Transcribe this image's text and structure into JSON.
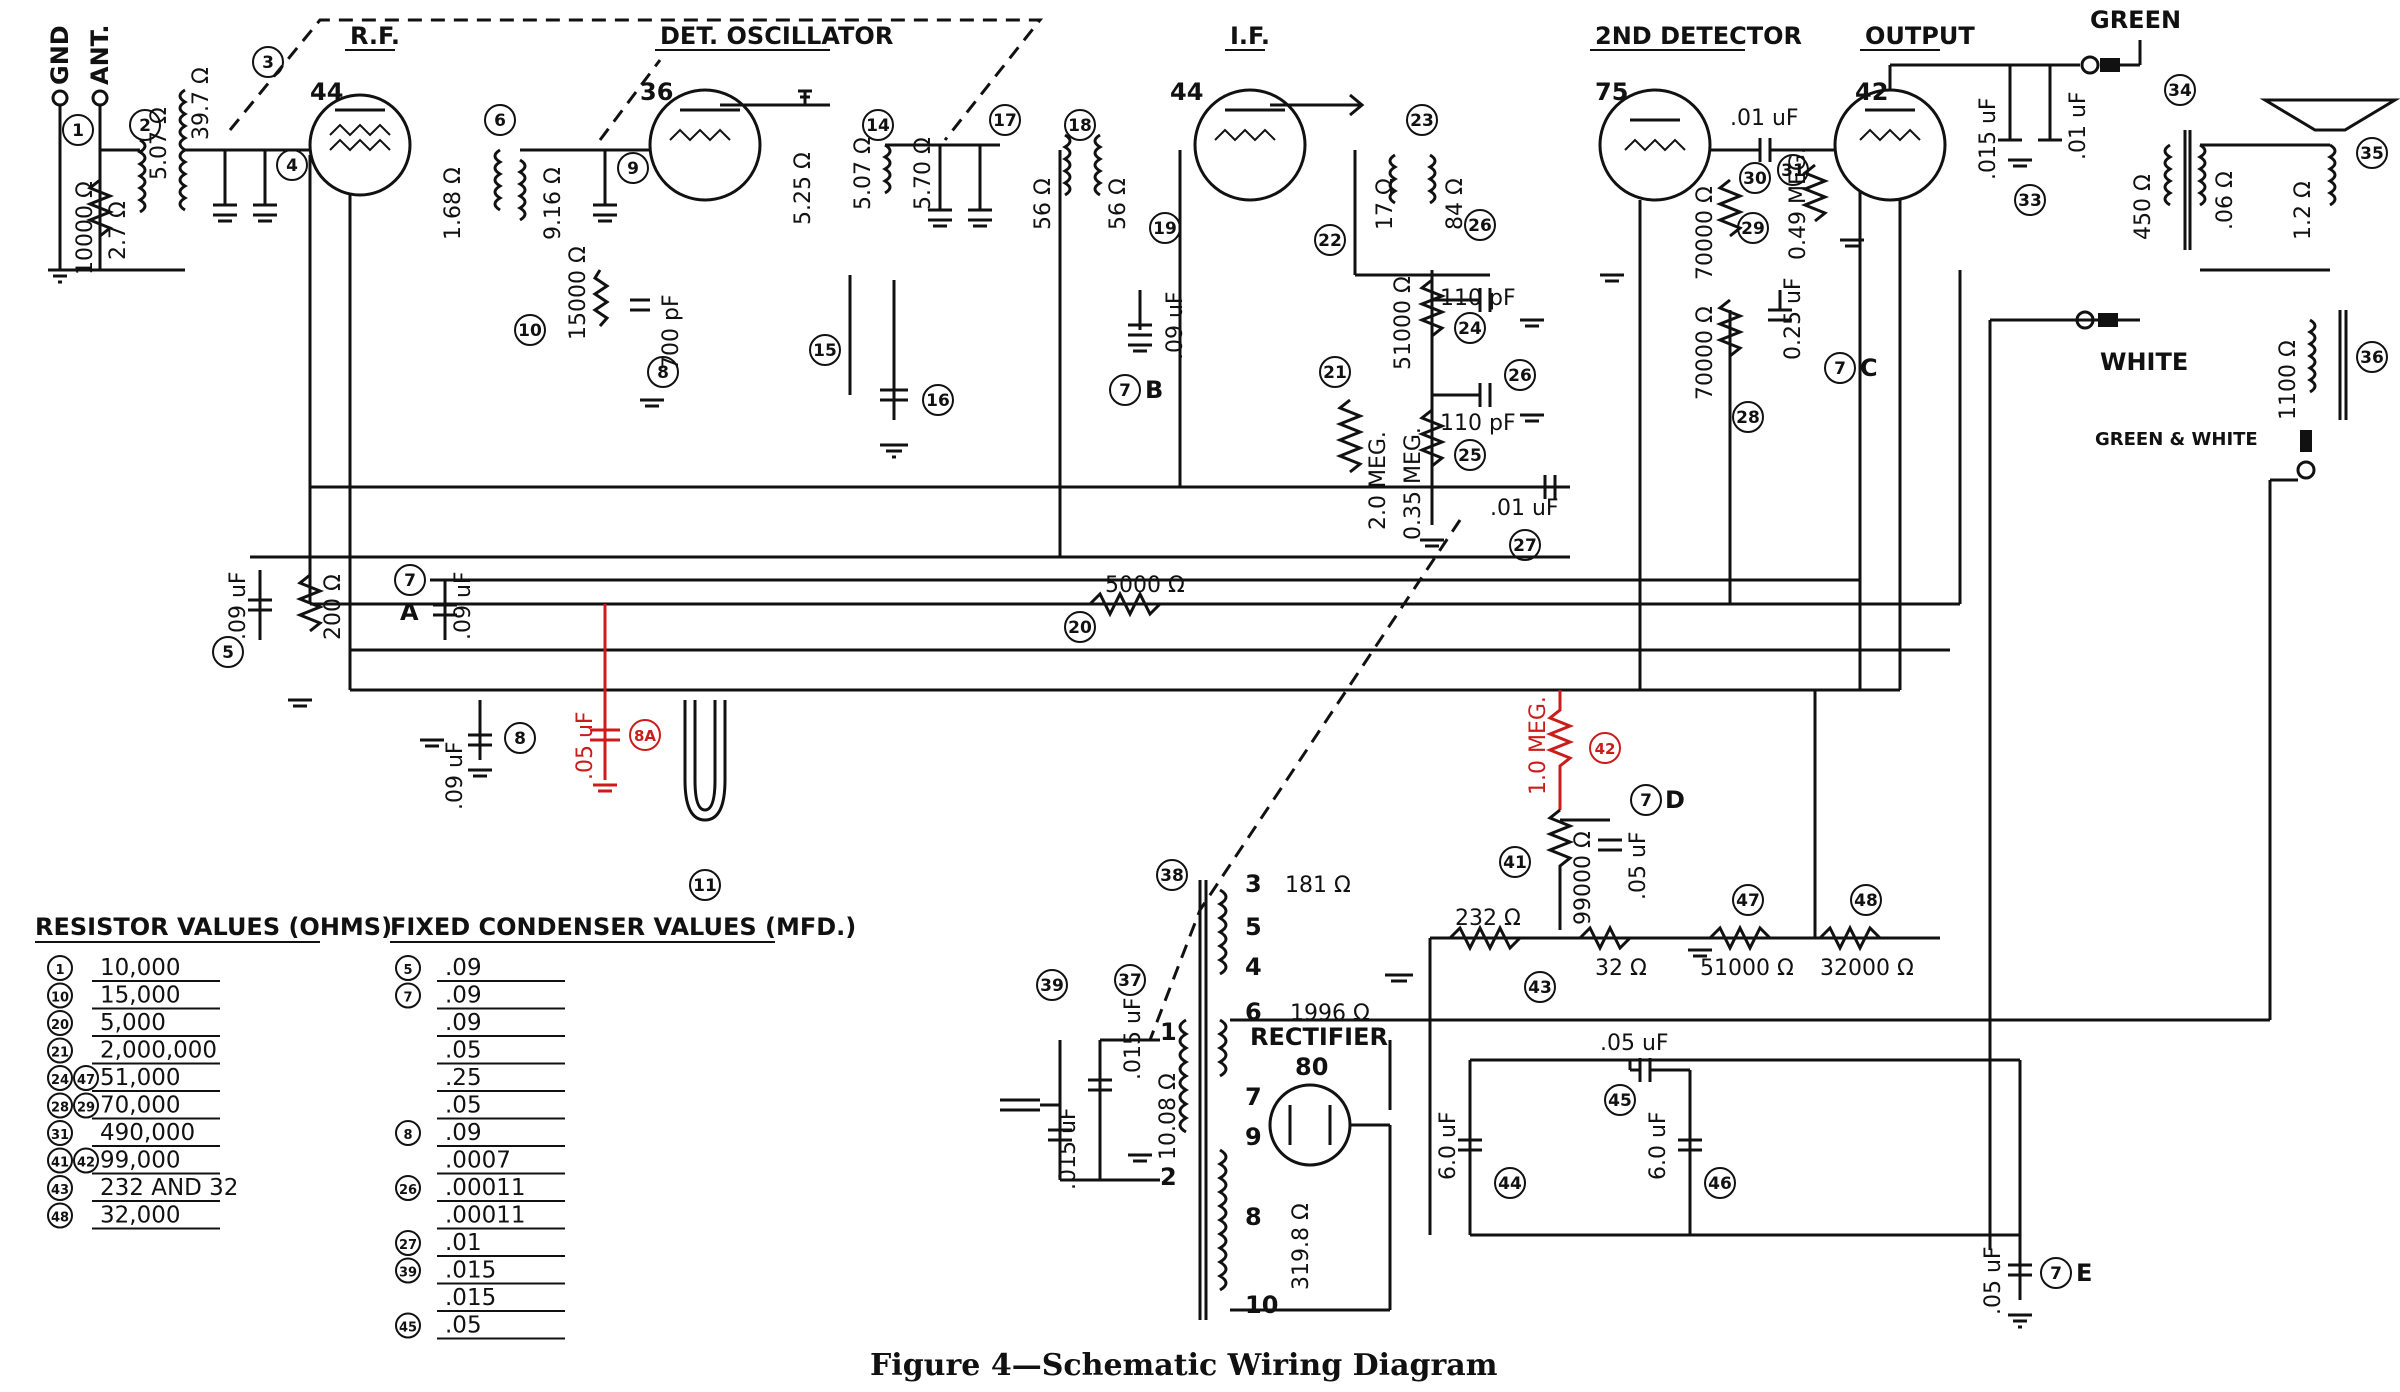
{
  "title": "Figure 4—Schematic Wiring Diagram",
  "sections": {
    "rf": "R.F.",
    "det_osc": "DET. OSCILLATOR",
    "if": "I.F.",
    "det2": "2ND DETECTOR",
    "output": "OUTPUT"
  },
  "tubes": {
    "rf": "44",
    "osc": "36",
    "if": "44",
    "det": "75",
    "out": "42",
    "rect_name": "RECTIFIER",
    "rect": "80"
  },
  "antenna": {
    "gnd": "GND",
    "ant": "ANT."
  },
  "speaker_leads": {
    "green": "GREEN",
    "white": "WHITE",
    "green_white": "GREEN & WHITE"
  },
  "values": {
    "r1": "10000 Ω",
    "coil2a": "2.7 Ω",
    "coil2b": "39.7 Ω",
    "coil2c": "5.07 Ω",
    "coil6": "1.68 Ω",
    "coil9": "9.16 Ω",
    "osc525": "5.25 Ω",
    "osc507": "5.07 Ω",
    "osc570": "5.70 Ω",
    "r10": "15000 Ω",
    "c8b": "700 pF",
    "if1a": "56 Ω",
    "if1b": "56 Ω",
    "c7b": ".09 uF",
    "if2a": "17 Ω",
    "if2b": "84 Ω",
    "r21": "2.0 MEG.",
    "r24": "51000 Ω",
    "c26a": "110 pF",
    "c26b": "110 pF",
    "r25": "0.35 MEG.",
    "c27": ".01 uF",
    "c30": ".01 uF",
    "r29": "70000 Ω",
    "r31": "0.49 MEG.",
    "r28": "70000 Ω",
    "c7c": "0.25 uF",
    "c33a": ".015 uF",
    "c33b": ".01 uF",
    "t34a": "450 Ω",
    "t34b": ".06 Ω",
    "spk": "1.2 Ω",
    "field": "1100 Ω",
    "c5": ".09 uF",
    "r5": "200 Ω",
    "c7a": ".09 uF",
    "r20": "5000 Ω",
    "c8a": ".05 uF",
    "c8": ".09 uF",
    "r42": "1.0 MEG.",
    "r41": "99000 Ω",
    "c7d": ".05 uF",
    "r232": "232 Ω",
    "r32": "32 Ω",
    "r47": "51000 Ω",
    "r48": "32000 Ω",
    "pt3": "181 Ω",
    "pt6": "1996 Ω",
    "pt_pri": "10.08 Ω",
    "pt_hv": "319.8 Ω",
    "c39a": ".015 uF",
    "c39b": ".015 uF",
    "c45": ".05 uF",
    "c44": "6.0 uF",
    "c46": "6.0 uF",
    "c7e": ".05 uF"
  },
  "sub_labels": {
    "a": "A",
    "b": "B",
    "c": "C",
    "d": "D",
    "e": "E"
  },
  "pins": [
    "3",
    "5",
    "4",
    "6",
    "1",
    "7",
    "9",
    "2",
    "8",
    "10"
  ],
  "resistor_table": {
    "heading": "RESISTOR VALUES (OHMS)",
    "rows": [
      {
        "ref": "1",
        "value": "10,000"
      },
      {
        "ref": "10",
        "value": "15,000"
      },
      {
        "ref": "20",
        "value": "5,000"
      },
      {
        "ref": "21",
        "value": "2,000,000"
      },
      {
        "ref": "24 47",
        "value": "51,000"
      },
      {
        "ref": "28 29",
        "value": "70,000"
      },
      {
        "ref": "31",
        "value": "490,000"
      },
      {
        "ref": "41 42",
        "value": "99,000"
      },
      {
        "ref": "43",
        "value": "232 AND 32"
      },
      {
        "ref": "48",
        "value": "32,000"
      }
    ]
  },
  "condenser_table": {
    "heading": "FIXED CONDENSER VALUES (MFD.)",
    "rows": [
      {
        "ref": "5",
        "value": ".09"
      },
      {
        "ref": "7",
        "value": ".09"
      },
      {
        "ref": "",
        "value": ".09"
      },
      {
        "ref": "",
        "value": ".05"
      },
      {
        "ref": "",
        "value": ".25"
      },
      {
        "ref": "",
        "value": ".05"
      },
      {
        "ref": "8",
        "value": ".09"
      },
      {
        "ref": "",
        "value": ".0007"
      },
      {
        "ref": "26",
        "value": ".00011"
      },
      {
        "ref": "",
        "value": ".00011"
      },
      {
        "ref": "27",
        "value": ".01"
      },
      {
        "ref": "39",
        "value": ".015"
      },
      {
        "ref": "",
        "value": ".015"
      },
      {
        "ref": "45",
        "value": ".05"
      }
    ]
  },
  "callouts": [
    "1",
    "2",
    "3",
    "4",
    "5",
    "6",
    "7",
    "8",
    "9",
    "10",
    "11",
    "14",
    "15",
    "16",
    "17",
    "18",
    "19",
    "20",
    "21",
    "22",
    "23",
    "24",
    "25",
    "26",
    "27",
    "28",
    "29",
    "30",
    "31",
    "33",
    "34",
    "35",
    "36",
    "37",
    "38",
    "39",
    "41",
    "42",
    "43",
    "44",
    "45",
    "46",
    "47",
    "48",
    "8A"
  ]
}
